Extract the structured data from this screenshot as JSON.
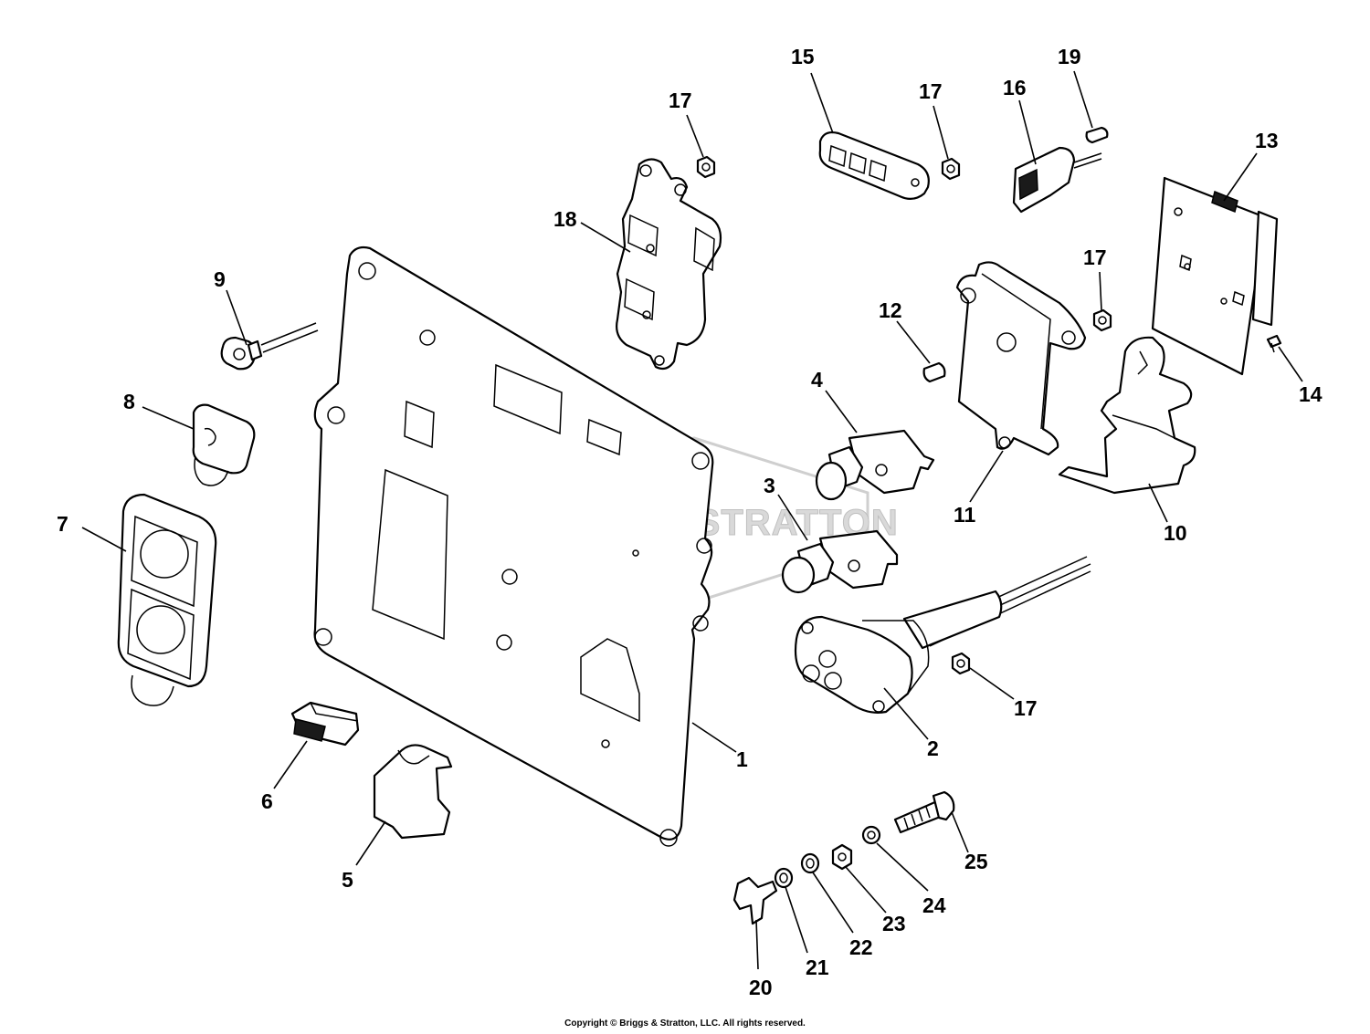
{
  "watermark": {
    "text": "BRIGGS&STRATTON"
  },
  "callouts": [
    {
      "id": "c1",
      "label": "1"
    },
    {
      "id": "c2",
      "label": "2"
    },
    {
      "id": "c3",
      "label": "3"
    },
    {
      "id": "c4",
      "label": "4"
    },
    {
      "id": "c5",
      "label": "5"
    },
    {
      "id": "c6",
      "label": "6"
    },
    {
      "id": "c7",
      "label": "7"
    },
    {
      "id": "c8",
      "label": "8"
    },
    {
      "id": "c9",
      "label": "9"
    },
    {
      "id": "c10",
      "label": "10"
    },
    {
      "id": "c11",
      "label": "11"
    },
    {
      "id": "c12",
      "label": "12"
    },
    {
      "id": "c13",
      "label": "13"
    },
    {
      "id": "c14",
      "label": "14"
    },
    {
      "id": "c15",
      "label": "15"
    },
    {
      "id": "c16",
      "label": "16"
    },
    {
      "id": "c17a",
      "label": "17"
    },
    {
      "id": "c17b",
      "label": "17"
    },
    {
      "id": "c17c",
      "label": "17"
    },
    {
      "id": "c17d",
      "label": "17"
    },
    {
      "id": "c18",
      "label": "18"
    },
    {
      "id": "c19",
      "label": "19"
    },
    {
      "id": "c20",
      "label": "20"
    },
    {
      "id": "c21",
      "label": "21"
    },
    {
      "id": "c22",
      "label": "22"
    },
    {
      "id": "c23",
      "label": "23"
    },
    {
      "id": "c24",
      "label": "24"
    },
    {
      "id": "c25",
      "label": "25"
    }
  ],
  "footer": {
    "copyright": "Copyright © Briggs & Stratton, LLC. All rights reserved."
  }
}
